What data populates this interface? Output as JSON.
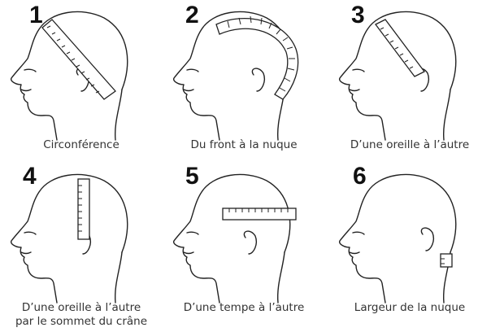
{
  "panels": [
    {
      "number": "1",
      "caption_lines": [
        "Circonférence"
      ],
      "tape": "circumference"
    },
    {
      "number": "2",
      "caption_lines": [
        "Du front à la nuque"
      ],
      "tape": "front-to-nape"
    },
    {
      "number": "3",
      "caption_lines": [
        "D’une oreille à l’autre"
      ],
      "tape": "ear-to-ear-front"
    },
    {
      "number": "4",
      "caption_lines": [
        "D’une oreille à l’autre",
        "par le sommet du crâne"
      ],
      "tape": "ear-to-ear-top"
    },
    {
      "number": "5",
      "caption_lines": [
        "D’une tempe à l’autre"
      ],
      "tape": "temple-to-temple"
    },
    {
      "number": "6",
      "caption_lines": [
        "Largeur de la nuque"
      ],
      "tape": "nape-width"
    }
  ]
}
